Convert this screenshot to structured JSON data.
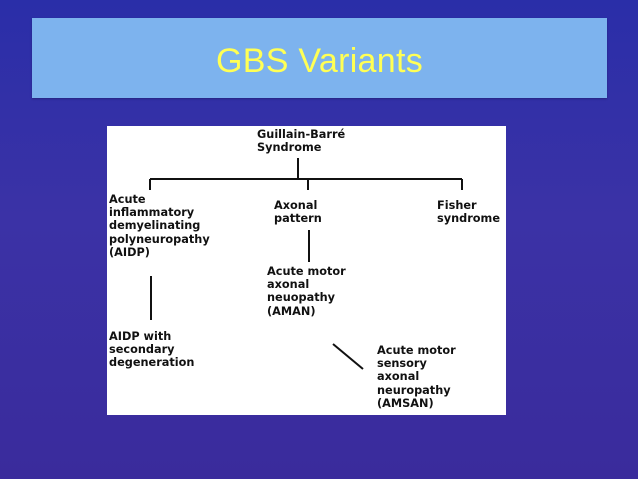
{
  "slide": {
    "title": "GBS Variants"
  },
  "diagram": {
    "root": "Guillain-Barré\nSyndrome",
    "aidp": "Acute\ninflammatory\ndemyelinating\npolyneuropathy\n(AIDP)",
    "axonal": "Axonal\npattern",
    "fisher": "Fisher\nsyndrome",
    "aman": "Acute motor\naxonal\nneuopathy\n(AMAN)",
    "aidp_secondary": "AIDP with\nsecondary\ndegeneration",
    "amsan": "Acute motor\nsensory\naxonal\nneuropathy\n(AMSAN)"
  }
}
